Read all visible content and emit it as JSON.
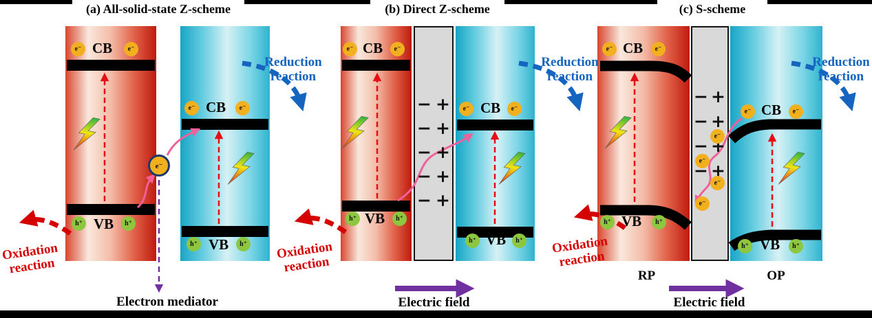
{
  "figure": {
    "titles": {
      "a": "(a) All-solid-state Z-scheme",
      "b": "(b) Direct Z-scheme",
      "c": "(c) S-scheme"
    },
    "labels": {
      "cb": "CB",
      "vb": "VB",
      "electron": "e⁻",
      "hole": "h⁺",
      "minus": "−",
      "plus": "+",
      "reduction": "Reduction reaction",
      "oxidation": "Oxidation reaction",
      "electron_mediator": "Electron mediator",
      "electric_field": "Electric field",
      "rp": "RP",
      "op": "OP"
    },
    "colors": {
      "reduction_text": "#1565c0",
      "oxidation_text": "#d50000",
      "electric_field_arrow": "#7030a0",
      "electron_fill": "#f2b01e",
      "hole_fill": "#8dc63f",
      "red_semiconductor": "#bf1a0d",
      "cyan_semiconductor": "#2fb3cf",
      "interface_gray": "#d9d9d9",
      "band_black": "#000000",
      "mediator_border": "#1a3a6e",
      "transfer_pink": "#f0609a",
      "excitation_red": "#e80c14"
    }
  }
}
